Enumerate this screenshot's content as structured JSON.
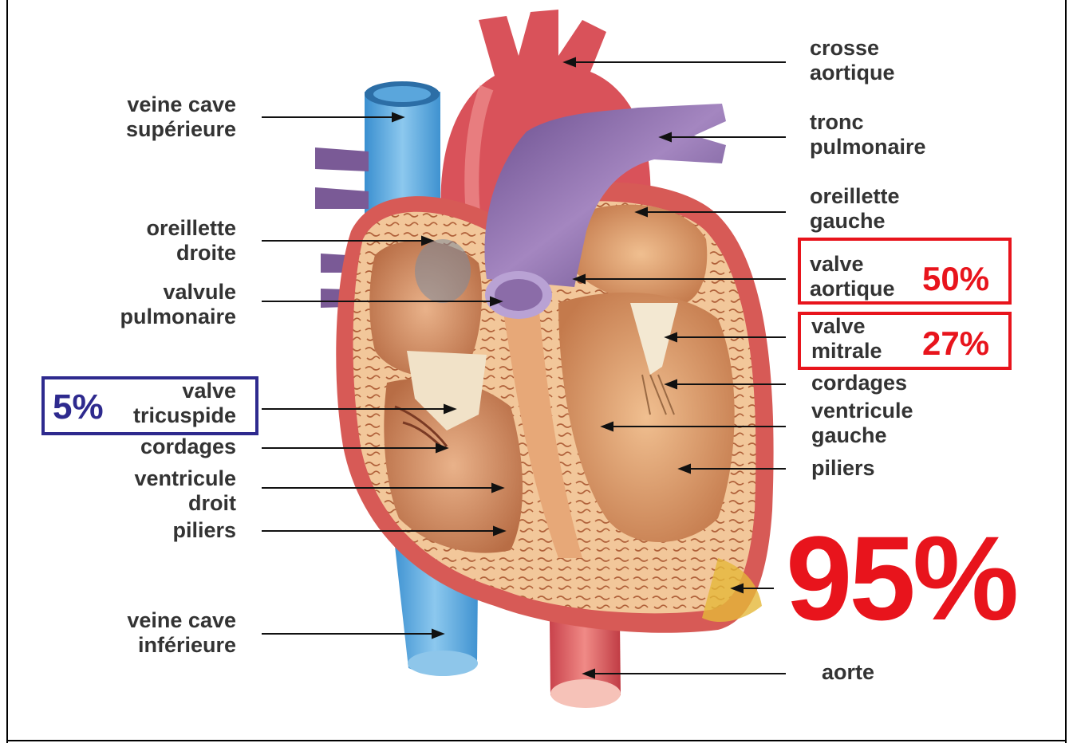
{
  "colors": {
    "highlight_red": "#e8141c",
    "highlight_blue": "#2e2a8e",
    "label_text": "#333333"
  },
  "labels_left": [
    {
      "lines": [
        "veine cave",
        "supérieure"
      ]
    },
    {
      "lines": [
        "oreillette",
        "droite"
      ]
    },
    {
      "lines": [
        "valvule",
        "pulmonaire"
      ]
    },
    {
      "lines": [
        "valve",
        "tricuspide"
      ]
    },
    {
      "lines": [
        "cordages"
      ]
    },
    {
      "lines": [
        "ventricule",
        "droit"
      ]
    },
    {
      "lines": [
        "piliers"
      ]
    },
    {
      "lines": [
        "veine cave",
        "inférieure"
      ]
    }
  ],
  "labels_right": [
    {
      "lines": [
        "crosse",
        "aortique"
      ]
    },
    {
      "lines": [
        "tronc",
        "pulmonaire"
      ]
    },
    {
      "lines": [
        "oreillette",
        "gauche"
      ]
    },
    {
      "lines": [
        "valve",
        "aortique"
      ]
    },
    {
      "lines": [
        "valve",
        "mitrale"
      ]
    },
    {
      "lines": [
        "cordages"
      ]
    },
    {
      "lines": [
        "ventricule",
        "gauche"
      ]
    },
    {
      "lines": [
        "piliers"
      ]
    },
    {
      "lines": [
        "aorte"
      ]
    }
  ],
  "highlights": {
    "aortic": "50%",
    "mitral": "27%",
    "tricuspid": "5%",
    "total": "95%"
  }
}
